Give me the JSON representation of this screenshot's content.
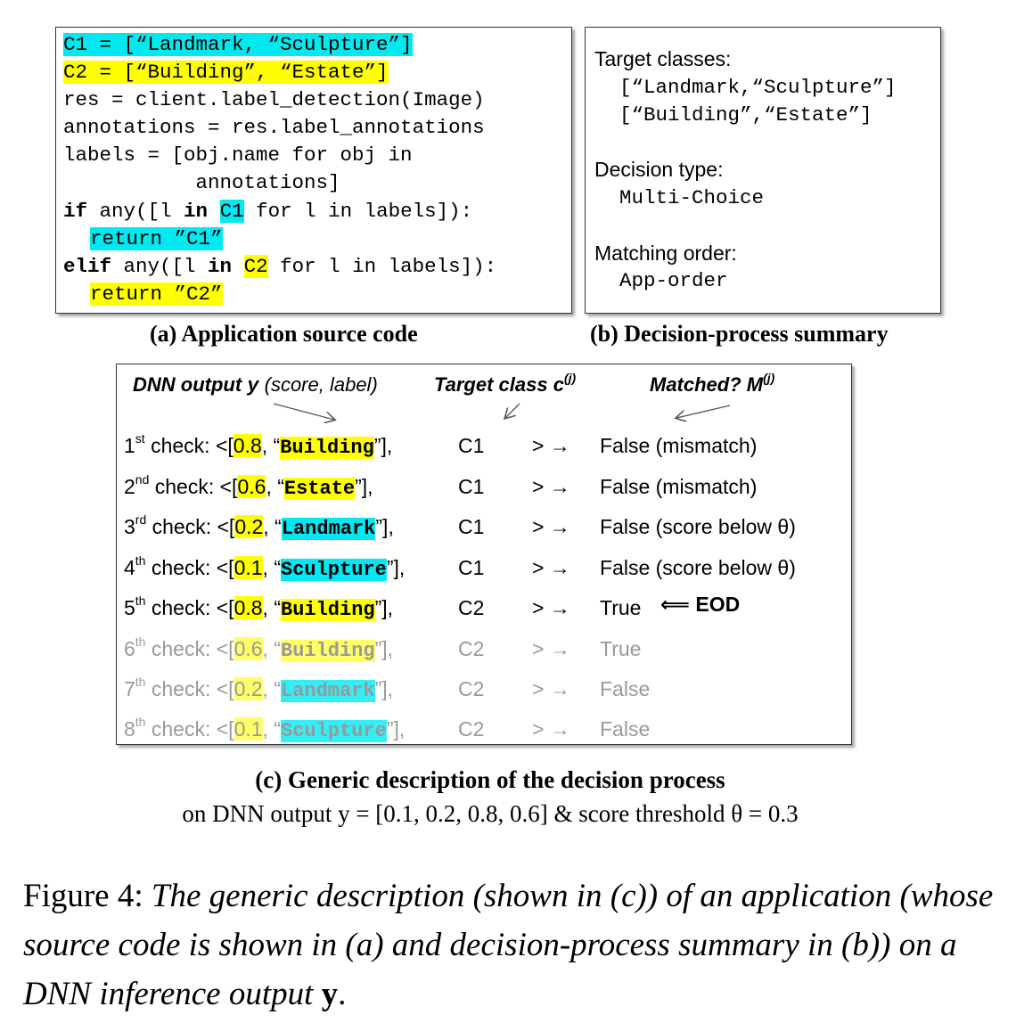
{
  "panel_a": {
    "caption": "(a) Application source code",
    "lines": [
      {
        "text": "C1 = [“Landmark, “Sculpture”]",
        "hl": "cy"
      },
      {
        "text": "C2 = [“Building”, “Estate”]",
        "hl": "yl"
      },
      {
        "text": "res = client.label_detection(Image)"
      },
      {
        "text": "annotations = res.label_annotations"
      },
      {
        "text": "labels = [obj.name for obj in"
      },
      {
        "text": "           annotations]"
      }
    ],
    "if_kw": "if",
    "if_pre": " any([l ",
    "in_kw": "in",
    "c1_tok": "C1",
    "if_post": " for l in labels]):",
    "ret1": "return ”C1”",
    "elif_kw": "elif",
    "elif_pre": " any([l ",
    "c2_tok": "C2",
    "elif_post": " for l in labels]):",
    "ret2": "return ”C2”"
  },
  "panel_b": {
    "caption": "(b) Decision-process summary",
    "target_label": "Target classes:",
    "target_1": "[“Landmark,“Sculpture”]",
    "target_2": "[“Building”,“Estate”]",
    "decision_label": "Decision type:",
    "decision_value": "Multi-Choice",
    "order_label": "Matching order:",
    "order_value": "App-order"
  },
  "panel_c": {
    "hdr_dnn": "DNN output ",
    "hdr_y": "y",
    "hdr_score": " (score, label)",
    "hdr_target": "Target class c",
    "hdr_target_sup": "(j)",
    "hdr_matched": "Matched? M",
    "hdr_matched_sup": "(j)",
    "rows": [
      {
        "n": "1",
        "suf": "st",
        "score": "0.8",
        "label": "Building",
        "lhl": "yl",
        "cls": "C1",
        "result": "False (mismatch)"
      },
      {
        "n": "2",
        "suf": "nd",
        "score": "0.6",
        "label": "Estate",
        "lhl": "yl",
        "cls": "C1",
        "result": "False (mismatch)"
      },
      {
        "n": "3",
        "suf": "rd",
        "score": "0.2",
        "label": "Landmark",
        "lhl": "cy",
        "cls": "C1",
        "result": "False (score below θ)"
      },
      {
        "n": "4",
        "suf": "th",
        "score": "0.1",
        "label": "Sculpture",
        "lhl": "cy",
        "cls": "C1",
        "result": "False (score below θ)"
      },
      {
        "n": "5",
        "suf": "th",
        "score": "0.8",
        "label": "Building",
        "lhl": "yl",
        "cls": "C2",
        "result": "True"
      },
      {
        "n": "6",
        "suf": "th",
        "score": "0.6",
        "label": "Building",
        "lhl": "yl",
        "cls": "C2",
        "result": "True"
      },
      {
        "n": "7",
        "suf": "th",
        "score": "0.2",
        "label": "Landmark",
        "lhl": "cy",
        "cls": "C2",
        "result": "False"
      },
      {
        "n": "8",
        "suf": "th",
        "score": "0.1",
        "label": "Sculpture",
        "lhl": "cy",
        "cls": "C2",
        "result": "False"
      }
    ],
    "check_word": " check: <[",
    "arrow": "> →",
    "eod": "⟸ EOD",
    "caption_bold": "(c) Generic description of the decision process",
    "caption_line2": "on DNN output y = [0.1, 0.2, 0.8, 0.6] & score threshold θ = 0.3"
  },
  "figure_caption": {
    "prefix": "Figure 4: ",
    "italic": "The generic description (shown in (c)) of an application (whose source code is shown in (a) and decision-process summary in (b)) on a DNN inference output ",
    "bold_end": "y",
    "end": "."
  }
}
